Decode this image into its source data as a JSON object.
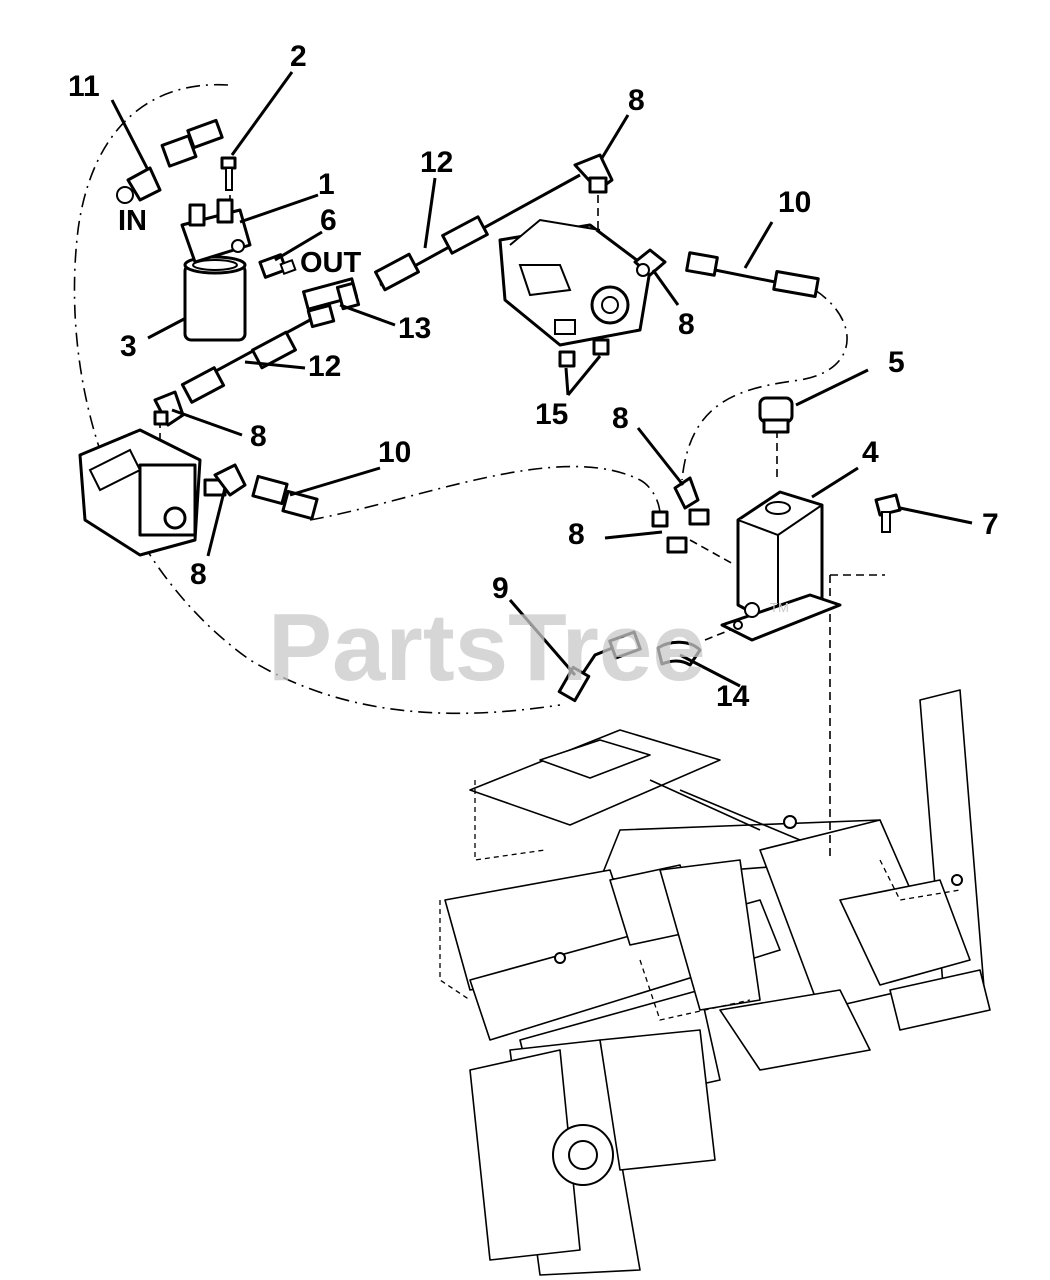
{
  "diagram": {
    "port_labels": {
      "in": "IN",
      "out": "OUT"
    },
    "callouts": [
      "11",
      "2",
      "1",
      "6",
      "3",
      "13",
      "12",
      "12",
      "8",
      "8",
      "10",
      "8",
      "15",
      "5",
      "4",
      "7",
      "8",
      "8",
      "10",
      "8",
      "9",
      "14"
    ],
    "watermark": {
      "text": "PartsTree",
      "mark": "TM"
    }
  }
}
